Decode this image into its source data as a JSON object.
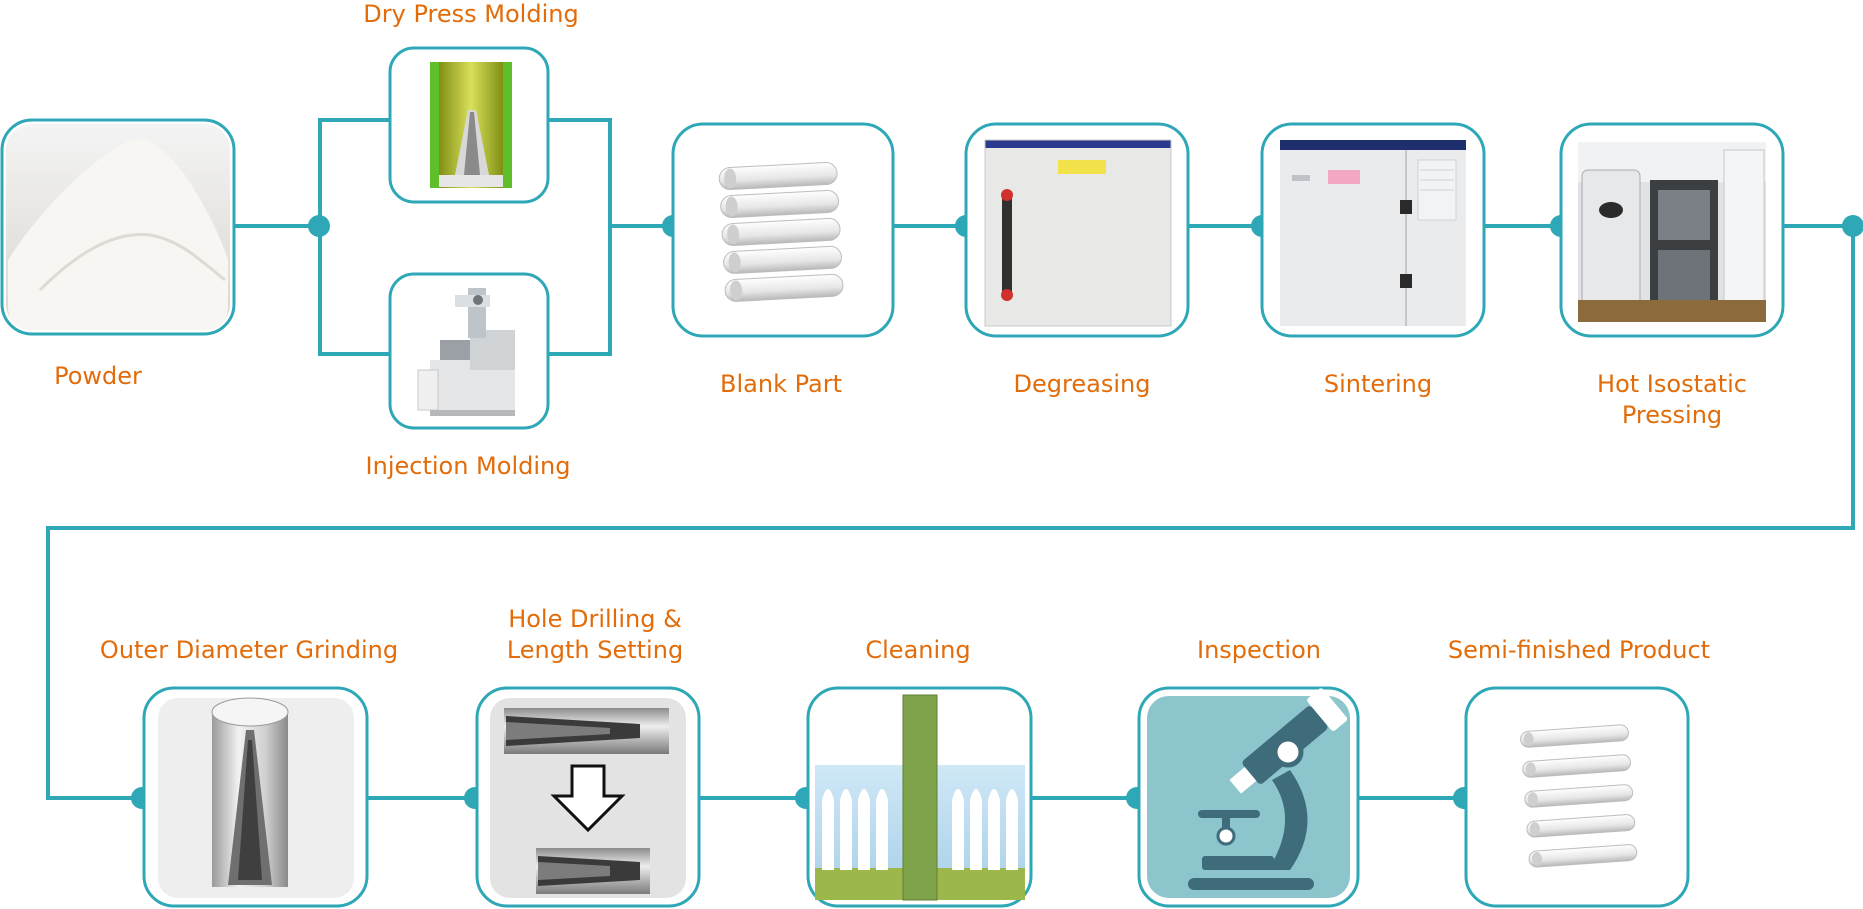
{
  "colors": {
    "line": "#2ea7b6",
    "label": "#e36c0a",
    "inspection_bg": "#8cc5cc",
    "microscope": "#3f6c7a"
  },
  "steps": {
    "powder": "Powder",
    "dry_press": "Dry Press Molding",
    "injection": "Injection Molding",
    "blank_part": "Blank Part",
    "degreasing": "Degreasing",
    "sintering": "Sintering",
    "hip_line1": "Hot Isostatic",
    "hip_line2": "Pressing",
    "od_grinding": "Outer Diameter Grinding",
    "drilling_line1": "Hole Drilling &",
    "drilling_line2": "Length Setting",
    "cleaning": "Cleaning",
    "inspection": "Inspection",
    "semi_finished": "Semi-finished Product"
  },
  "icons": {
    "powder": "powder-pile-photo",
    "dry_press": "dry-press-mold-icon",
    "injection": "injection-machine-photo",
    "blank_part": "ceramic-rods-icon",
    "degreasing": "degreasing-furnace-photo",
    "sintering": "sintering-furnace-photo",
    "hip": "hip-equipment-photo",
    "od_grinding": "cylinder-icon",
    "drilling": "drill-arrow-icon",
    "cleaning": "cleaning-tank-icon",
    "inspection": "microscope-icon",
    "semi_finished": "finished-rods-icon"
  }
}
